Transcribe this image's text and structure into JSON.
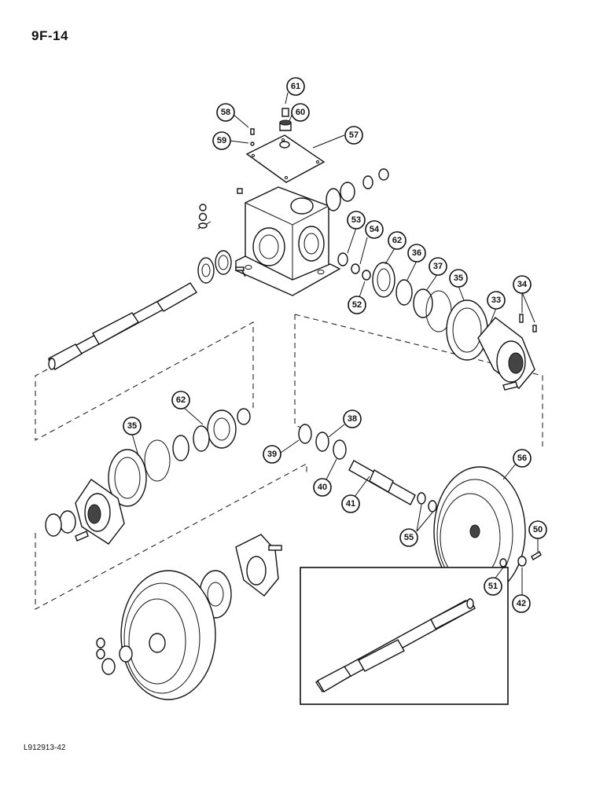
{
  "page": {
    "page_id": "9F-14",
    "figure_code": "L912913-42"
  },
  "callouts": [
    {
      "id": "c61",
      "label": "61"
    },
    {
      "id": "c58",
      "label": "58"
    },
    {
      "id": "c60",
      "label": "60"
    },
    {
      "id": "c59",
      "label": "59"
    },
    {
      "id": "c57",
      "label": "57"
    },
    {
      "id": "c53",
      "label": "53"
    },
    {
      "id": "c54",
      "label": "54"
    },
    {
      "id": "c62a",
      "label": "62"
    },
    {
      "id": "c36",
      "label": "36"
    },
    {
      "id": "c37",
      "label": "37"
    },
    {
      "id": "c35a",
      "label": "35"
    },
    {
      "id": "c34",
      "label": "34"
    },
    {
      "id": "c33",
      "label": "33"
    },
    {
      "id": "c52",
      "label": "52"
    },
    {
      "id": "c62b",
      "label": "62"
    },
    {
      "id": "c35b",
      "label": "35"
    },
    {
      "id": "c38",
      "label": "38"
    },
    {
      "id": "c39",
      "label": "39"
    },
    {
      "id": "c40",
      "label": "40"
    },
    {
      "id": "c41",
      "label": "41"
    },
    {
      "id": "c56",
      "label": "56"
    },
    {
      "id": "c55",
      "label": "55"
    },
    {
      "id": "c50",
      "label": "50"
    },
    {
      "id": "c51",
      "label": "51"
    },
    {
      "id": "c42",
      "label": "42"
    }
  ]
}
